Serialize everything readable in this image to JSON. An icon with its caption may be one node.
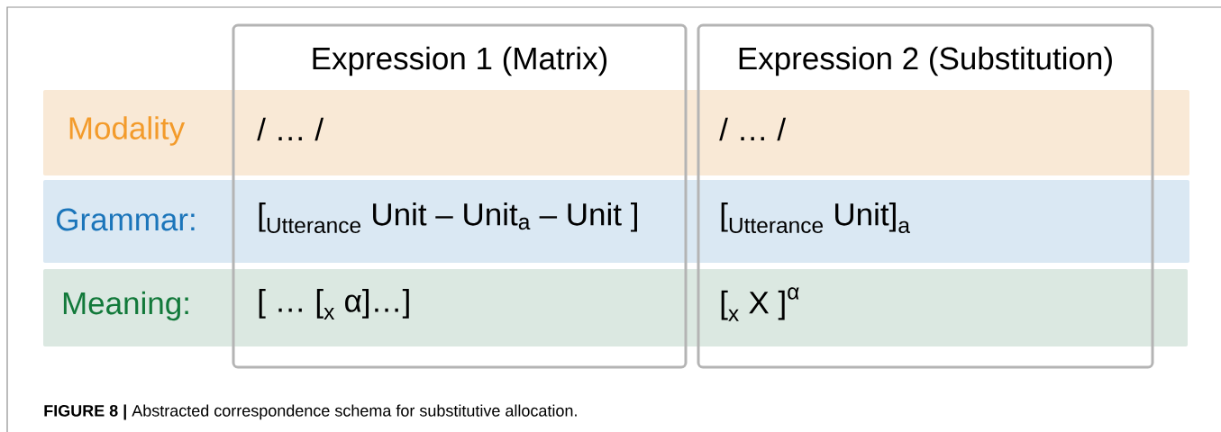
{
  "diagram": {
    "caption": "**FIGURE 8 |** Abstracted correspondence schema for substitutive allocation.",
    "nodes": [
      {
        "text": [
          "Modality",
          "/ … /",
          "/ … /"
        ]
      },
      {
        "text": [
          "Grammar:",
          "\\text{[}_{\\text{Utterance}}\\text{ Unit – Unit}_{\\text{a}}\\text{ – Unit ]}",
          "\\text{[}_{\\text{Utterance}}\\text{ Unit]}_{\\text{a}}"
        ]
      },
      {
        "text": [
          "Meaning:",
          "\\text{[ … [}_{\\text{x}}\\text{ α]…]}",
          "\\text{[}_{\\text{x}}\\text{ X ]}^{\\text{α}}"
        ]
      },
      {
        "text": [
          "Expression 1 (Matrix)"
        ]
      },
      {
        "text": [
          "Expression 2 (Substitution)"
        ]
      }
    ]
  }
}
